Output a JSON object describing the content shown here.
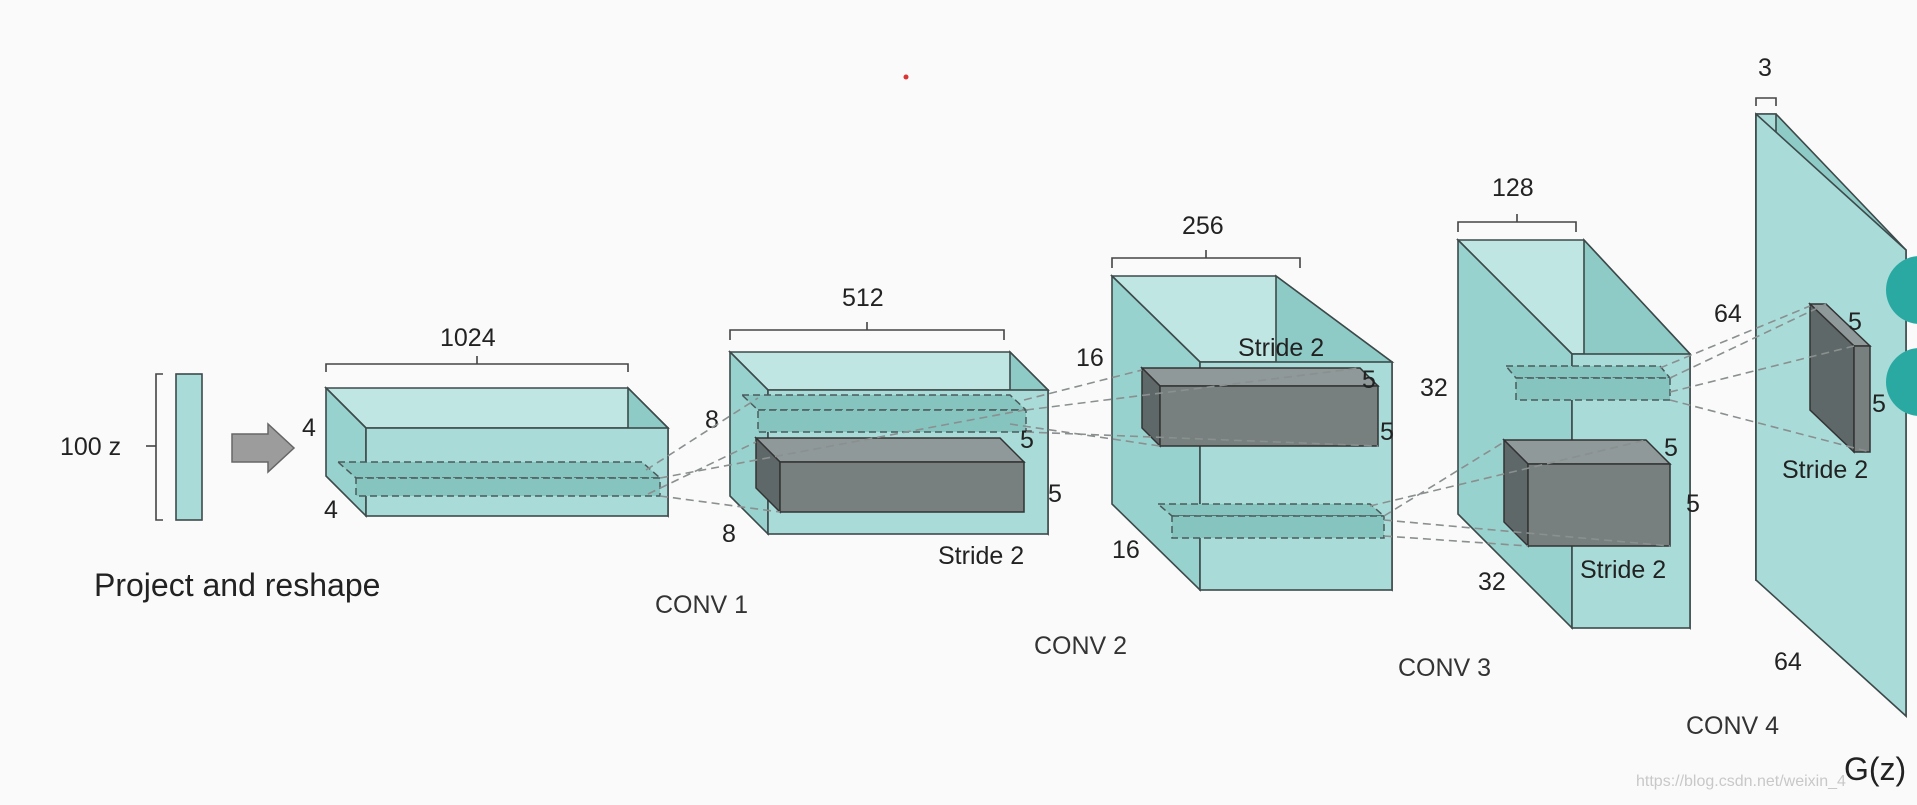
{
  "input": {
    "label": "100 z",
    "caption": "Project and reshape"
  },
  "layers": [
    {
      "id": "l0",
      "depth_label": "1024",
      "height_label": "4",
      "width_label": "4",
      "conv_label": "",
      "stride_label": ""
    },
    {
      "id": "l1",
      "depth_label": "512",
      "height_label": "8",
      "width_label": "8",
      "conv_label": "CONV 1",
      "stride_label": "Stride 2",
      "kernel_labels": [
        "5",
        "5"
      ]
    },
    {
      "id": "l2",
      "depth_label": "256",
      "height_label": "16",
      "width_label": "16",
      "conv_label": "CONV 2",
      "stride_label": "Stride 2",
      "kernel_labels": [
        "5",
        "5"
      ]
    },
    {
      "id": "l3",
      "depth_label": "128",
      "height_label": "32",
      "width_label": "32",
      "conv_label": "CONV 3",
      "stride_label": "Stride 2",
      "kernel_labels": [
        "5",
        "5"
      ]
    },
    {
      "id": "l4",
      "depth_label": "3",
      "height_label": "64",
      "width_label": "64",
      "conv_label": "CONV 4",
      "stride_label": "Stride 2",
      "kernel_labels": [
        "5",
        "5"
      ]
    }
  ],
  "output": {
    "label": "G(z)"
  },
  "watermark": "https://blog.csdn.net/weixin_4",
  "colors": {
    "volume": "#a9dcd9",
    "kernel": "#777f7f",
    "background": "#fafafa"
  }
}
